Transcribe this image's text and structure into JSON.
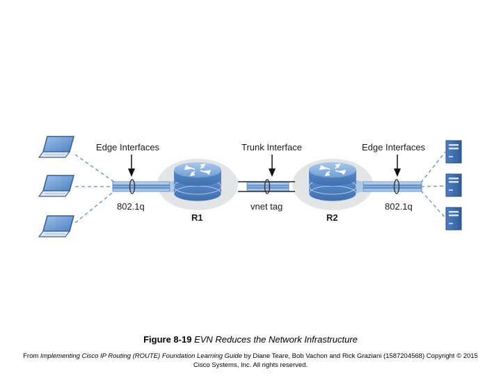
{
  "labels": {
    "edge_left": "Edge Interfaces",
    "trunk": "Trunk Interface",
    "edge_right": "Edge Interfaces",
    "dot1q_left": "802.1q",
    "vnet_tag": "vnet tag",
    "dot1q_right": "802.1q",
    "r1": "R1",
    "r2": "R2"
  },
  "caption": {
    "figure_number": "Figure 8-19",
    "figure_title": "EVN Reduces the Network Infrastructure"
  },
  "credit": {
    "prefix": "From",
    "book_title": "Implementing Cisco IP Routing (ROUTE) Foundation Learning Guide",
    "authors_and_copyright": "by Diane Teare, Bob Vachon and Rick Graziani (1587204568) Copyright © 2015",
    "line2": "Cisco Systems, Inc. All rights reserved."
  },
  "colors": {
    "router_blue": "#6e9ed3",
    "trunk_blue": "#8fb8e2",
    "halo_gray": "#e3e4e6",
    "dashed_link": "#5b8fc7"
  },
  "icons": [
    "laptop-icon",
    "server-icon",
    "router-icon",
    "arrow-down-icon"
  ]
}
